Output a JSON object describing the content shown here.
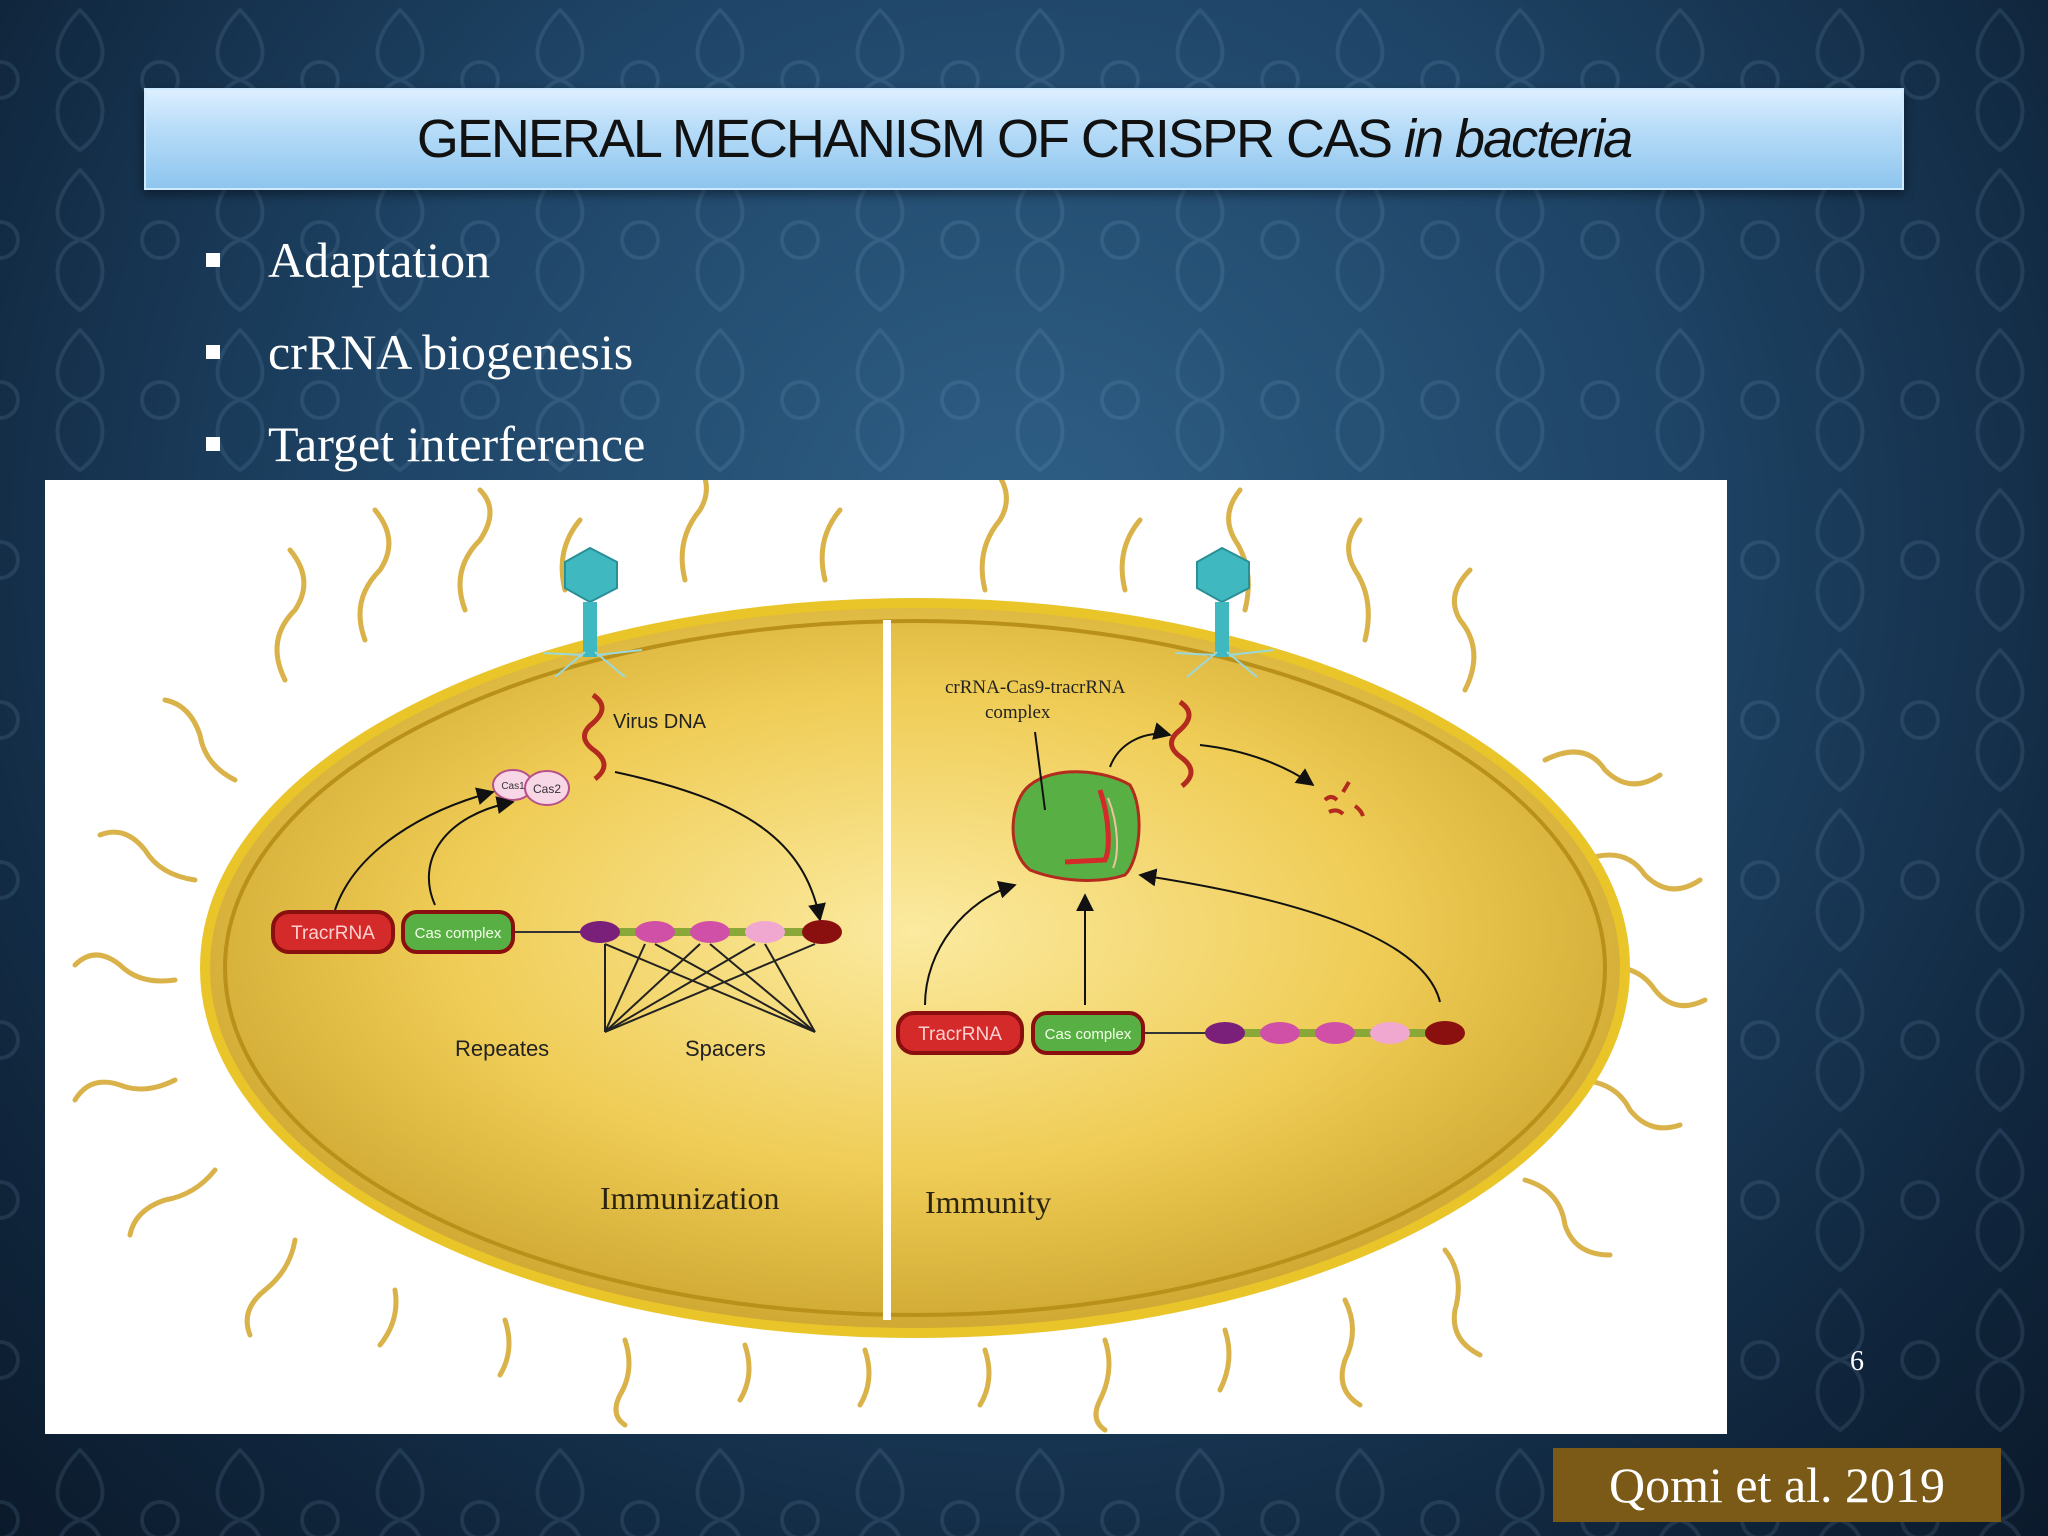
{
  "slide": {
    "title_main": "GENERAL MECHANISM OF CRISPR CAS ",
    "title_italic": "in bacteria",
    "bullets": [
      "Adaptation",
      "crRNA biogenesis",
      "Target interference"
    ],
    "page_number": "6",
    "citation": "Qomi et al. 2019"
  },
  "figure": {
    "labels": {
      "virus_dna": "Virus DNA",
      "cas1": "Cas1",
      "cas2": "Cas2",
      "tracrrna": "TracrRNA",
      "cas_complex": "Cas complex",
      "repeats": "Repeates",
      "spacers": "Spacers",
      "immunization": "Immunization",
      "complex_line1": "crRNA-Cas9-tracrRNA",
      "complex_line2": "complex",
      "immunity": "Immunity"
    },
    "colors": {
      "cell_fill": "#e8c43a",
      "cell_border": "#c89a1c",
      "tracrrna": "#d42a2a",
      "cas_complex": "#58b044",
      "repeat": "#7a1f7a",
      "spacer": "#d050a8",
      "spacer_light": "#f0a8d0",
      "end_cap": "#8a1010",
      "phage": "#3fb8c0"
    }
  }
}
